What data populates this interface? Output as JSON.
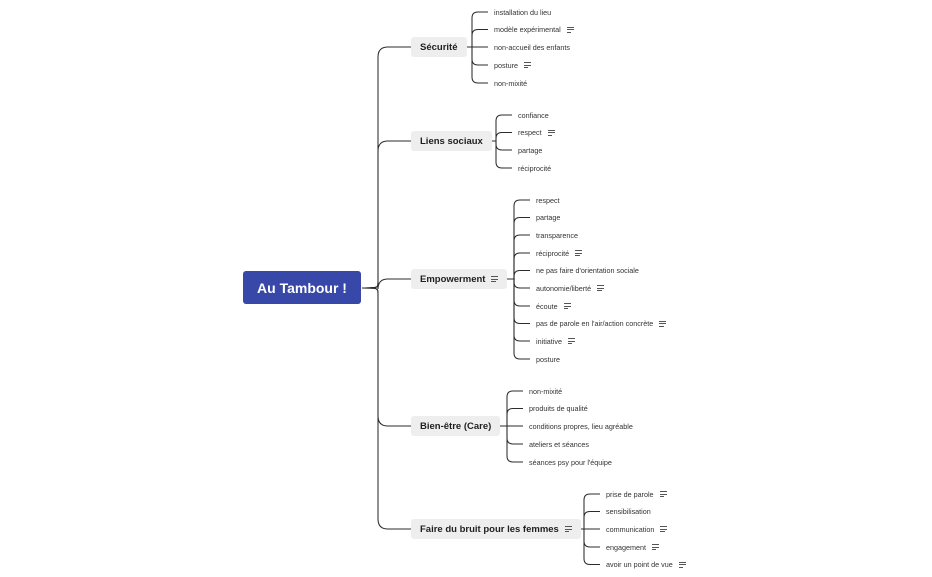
{
  "root": {
    "label": "Au Tambour !"
  },
  "branches": [
    {
      "label": "Sécurité",
      "note": false,
      "items": [
        {
          "label": "installation du lieu",
          "note": false
        },
        {
          "label": "modèle expérimental",
          "note": true
        },
        {
          "label": "non-accueil des enfants",
          "note": false
        },
        {
          "label": "posture",
          "note": true
        },
        {
          "label": "non-mixité",
          "note": false
        }
      ]
    },
    {
      "label": "Liens sociaux",
      "note": false,
      "items": [
        {
          "label": "confiance",
          "note": false
        },
        {
          "label": "respect",
          "note": true
        },
        {
          "label": "partage",
          "note": false
        },
        {
          "label": "réciprocité",
          "note": false
        }
      ]
    },
    {
      "label": "Empowerment",
      "note": true,
      "items": [
        {
          "label": "respect",
          "note": false
        },
        {
          "label": "partage",
          "note": false
        },
        {
          "label": "transparence",
          "note": false
        },
        {
          "label": "réciprocité",
          "note": true
        },
        {
          "label": "ne pas faire d'orientation sociale",
          "note": false
        },
        {
          "label": "autonomie/liberté",
          "note": true
        },
        {
          "label": "écoute",
          "note": true
        },
        {
          "label": "pas de parole en l'air/action concrète",
          "note": true
        },
        {
          "label": "initiative",
          "note": true
        },
        {
          "label": "posture",
          "note": false
        }
      ]
    },
    {
      "label": "Bien-être (Care)",
      "note": false,
      "items": [
        {
          "label": "non-mixité",
          "note": false
        },
        {
          "label": "produits de qualité",
          "note": false
        },
        {
          "label": "conditions propres, lieu agréable",
          "note": false
        },
        {
          "label": "ateliers et séances",
          "note": false
        },
        {
          "label": "séances psy pour l'équipe",
          "note": false
        }
      ]
    },
    {
      "label": "Faire du bruit pour les femmes",
      "note": true,
      "items": [
        {
          "label": "prise de parole",
          "note": true
        },
        {
          "label": "sensibilisation",
          "note": false
        },
        {
          "label": "communication",
          "note": true
        },
        {
          "label": "engagement",
          "note": true
        },
        {
          "label": "avoir un point de vue",
          "note": true
        }
      ]
    }
  ]
}
